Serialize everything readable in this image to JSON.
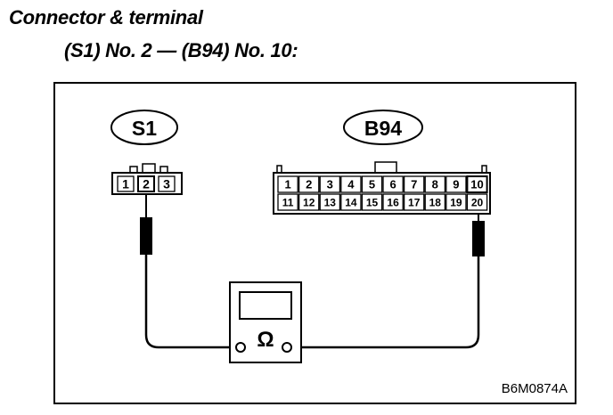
{
  "title": {
    "line1": "Connector & terminal",
    "line2": "(S1) No. 2 — (B94) No. 10:"
  },
  "connectors": {
    "s1": {
      "label": "S1",
      "terminals": [
        "1",
        "2",
        "3"
      ],
      "probe_terminal": "2"
    },
    "b94": {
      "label": "B94",
      "terminals_top": [
        "1",
        "2",
        "3",
        "4",
        "5",
        "6",
        "7",
        "8",
        "9",
        "10"
      ],
      "terminals_bottom": [
        "11",
        "12",
        "13",
        "14",
        "15",
        "16",
        "17",
        "18",
        "19",
        "20"
      ],
      "probe_terminal": "10"
    }
  },
  "meter": {
    "symbol": "Ω"
  },
  "figure_code": "B6M0874A"
}
